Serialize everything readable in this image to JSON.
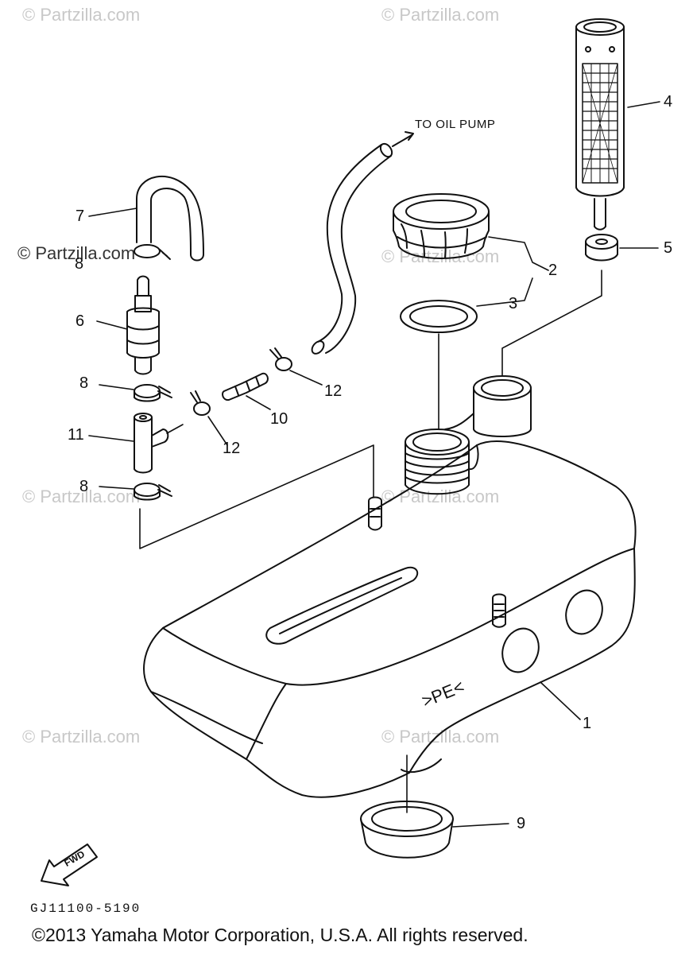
{
  "watermarks": [
    "© Partzilla.com",
    "© Partzilla.com",
    "© Partzilla.com",
    "© Partzilla.com",
    "© Partzilla.com",
    "© Partzilla.com",
    "© Partzilla.com",
    "© Partzilla.com"
  ],
  "annotations": {
    "to_oil_pump": "TO OIL PUMP",
    "tank_marking": ">PE<",
    "fwd_label": "FWD",
    "diagram_code": "GJ11100-5190"
  },
  "callouts": {
    "c1": "1",
    "c2": "2",
    "c3": "3",
    "c4": "4",
    "c5": "5",
    "c6": "6",
    "c7": "7",
    "c8a": "8",
    "c8b": "8",
    "c8c": "8",
    "c9": "9",
    "c10": "10",
    "c11": "11",
    "c12a": "12",
    "c12b": "12"
  },
  "copyright": "©2013 Yamaha Motor Corporation, U.S.A. All rights reserved.",
  "colors": {
    "ink": "#111111",
    "watermark": "#c8c8c8",
    "background": "#ffffff"
  }
}
